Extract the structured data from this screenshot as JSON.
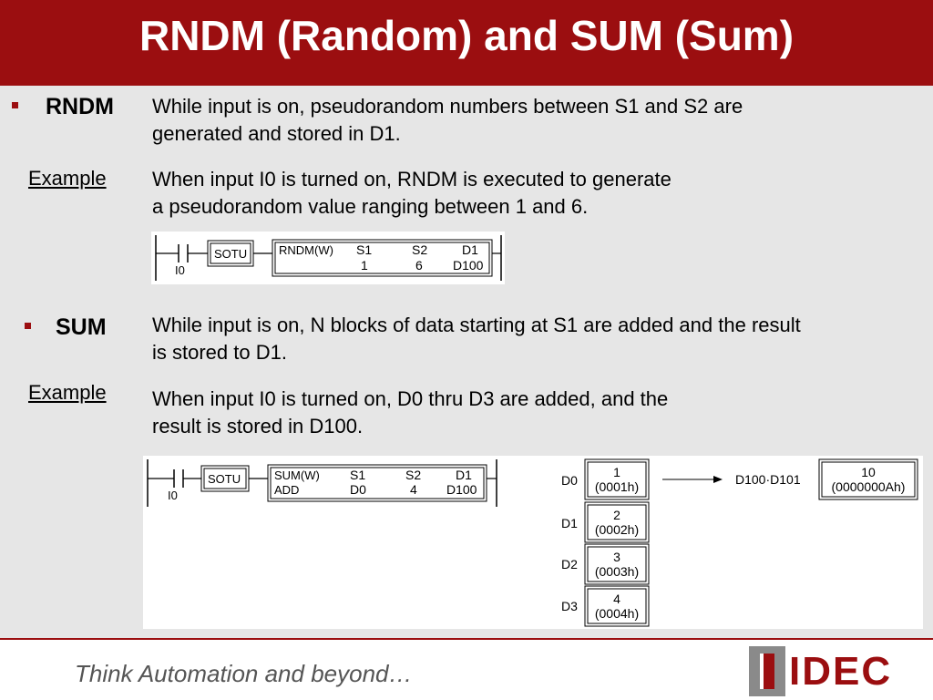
{
  "slide": {
    "title": "RNDM (Random) and SUM (Sum)"
  },
  "rndm": {
    "heading": "RNDM",
    "description": "While input is on, pseudorandom numbers between S1 and S2 are\ngenerated and stored in D1.",
    "example_label": "Example",
    "example_text": "When input I0 is turned on, RNDM is executed to generate\na pseudorandom value ranging between 1 and 6.",
    "ladder": {
      "input": "I0",
      "sotu": "SOTU",
      "op": "RNDM(W)",
      "s1_label": "S1",
      "s1_value": "1",
      "s2_label": "S2",
      "s2_value": "6",
      "d1_label": "D1",
      "d1_value": "D100"
    }
  },
  "sum": {
    "heading": "SUM",
    "description": "While input is on, N blocks of data starting at S1 are added and the result\nis stored to D1.",
    "example_label": "Example",
    "example_text": "When input I0 is turned on, D0 thru D3 are added, and the\nresult is stored in D100.",
    "ladder": {
      "input": "I0",
      "sotu": "SOTU",
      "op": "SUM(W)",
      "op2": "ADD",
      "s1_label": "S1",
      "s1_value": "D0",
      "s2_label": "S2",
      "s2_value": "4",
      "d1_label": "D1",
      "d1_value": "D100"
    },
    "registers": [
      {
        "name": "D0",
        "value": "1",
        "hex": "(0001h)"
      },
      {
        "name": "D1",
        "value": "2",
        "hex": "(0002h)"
      },
      {
        "name": "D2",
        "value": "3",
        "hex": "(0003h)"
      },
      {
        "name": "D3",
        "value": "4",
        "hex": "(0004h)"
      }
    ],
    "result": {
      "target": "D100·D101",
      "value": "10",
      "hex": "(0000000Ah)"
    }
  },
  "footer": {
    "tagline": "Think Automation and beyond…",
    "logo": "IDEC"
  },
  "colors": {
    "brand": "#9b0e10"
  }
}
